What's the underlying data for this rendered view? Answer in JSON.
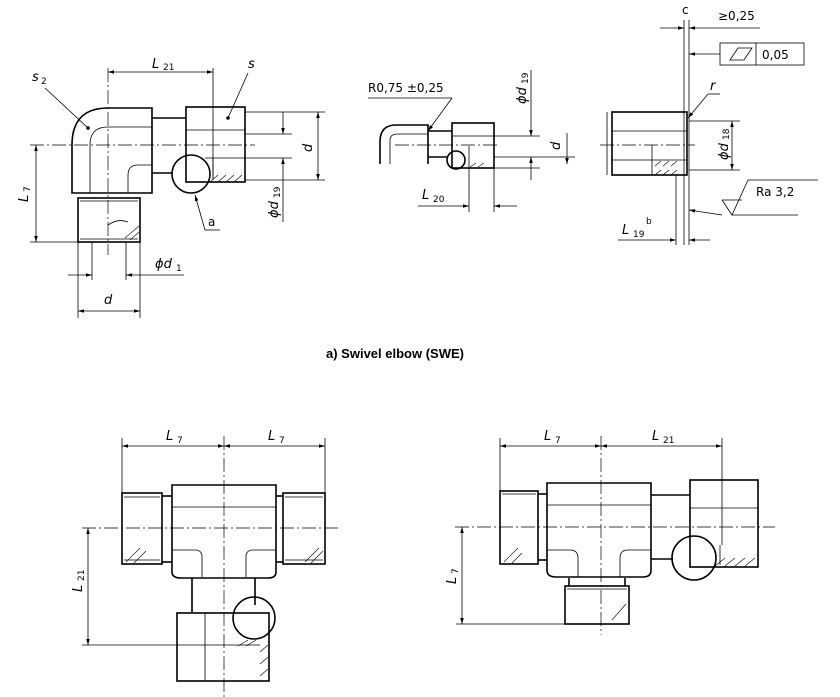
{
  "figure": {
    "caption_a": "a)   Swivel elbow (SWE)"
  },
  "view1": {
    "labels": {
      "s2": "s",
      "s2_sub": "2",
      "s": "s",
      "L21": "L",
      "L21_sub": "21",
      "L7": "L",
      "L7_sub": "7",
      "d_right": "d",
      "phi_d19": "ϕd",
      "phi_d19_sub": "19",
      "a": "a",
      "phi_d1": "ϕd",
      "phi_d1_sub": "1",
      "d_bottom": "d"
    }
  },
  "view2": {
    "labels": {
      "radius": "R0,75 ±0,25",
      "phi_d19": "ϕd",
      "phi_d19_sub": "19",
      "d": "d",
      "L20": "L",
      "L20_sub": "20"
    }
  },
  "view3": {
    "labels": {
      "c": "c",
      "min_gap": "≥0,25",
      "flatness_value": "0,05",
      "r": "r",
      "phi_d18": "ϕd",
      "phi_d18_sub": "18",
      "roughness": "Ra  3,2",
      "L19": "L",
      "L19_sub": "19",
      "L19_sup": "b"
    }
  },
  "view4": {
    "labels": {
      "L7_left": "L",
      "L7_left_sub": "7",
      "L7_right": "L",
      "L7_right_sub": "7",
      "L21": "L",
      "L21_sub": "21"
    }
  },
  "view5": {
    "labels": {
      "L7_top": "L",
      "L7_top_sub": "7",
      "L21": "L",
      "L21_sub": "21",
      "L7_side": "L",
      "L7_side_sub": "7"
    }
  }
}
